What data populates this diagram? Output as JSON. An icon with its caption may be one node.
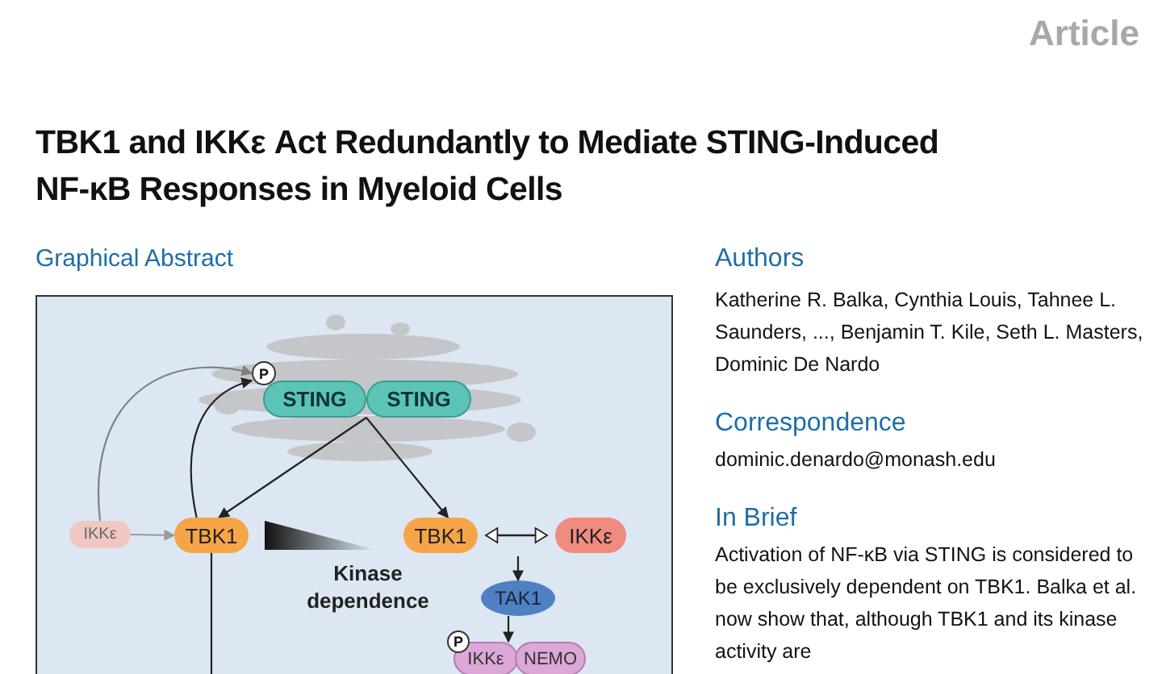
{
  "diagram": {
    "title": "TBK1 and IKKε Act Redundantly to Mediate STING-Induced NF-κB Responses in Myeloid Cells",
    "nodes": [
      {
        "text": [
          "P"
        ]
      },
      {
        "text": [
          "STING"
        ]
      },
      {
        "text": [
          "STING"
        ]
      },
      {
        "text": [
          "IKKε"
        ]
      },
      {
        "text": [
          "TBK1"
        ]
      },
      {
        "text": [
          "TBK1"
        ]
      },
      {
        "text": [
          "IKKε"
        ]
      },
      {
        "text": [
          "TAK1"
        ]
      },
      {
        "text": [
          "P"
        ]
      },
      {
        "text": [
          "IKKε"
        ]
      },
      {
        "text": [
          "NEMO"
        ]
      }
    ],
    "edges": [
      {
        "from": 3,
        "to": 0,
        "arrow": "to",
        "color": "#808080"
      },
      {
        "from": 4,
        "to": 0,
        "arrow": "to"
      },
      {
        "from": 1,
        "to": 4,
        "arrow": "to"
      },
      {
        "from": 2,
        "to": 5,
        "arrow": "to"
      },
      {
        "from": 3,
        "to": 4,
        "arrow": "to",
        "color": "#9a9a9a"
      },
      {
        "from": 5,
        "to": 6,
        "arrow": "both"
      },
      {
        "from": null,
        "to": 7,
        "arrow": "to"
      },
      {
        "from": 7,
        "to": 9,
        "arrow": "to"
      },
      {
        "from": 4,
        "to": null,
        "arrow": "to"
      }
    ],
    "labels": [
      "Article",
      "Graphical Abstract",
      "Kinase dependence",
      "Authors",
      "Katherine R. Balka, Cynthia Louis, Tahnee L. Saunders, ..., Benjamin T. Kile, Seth L. Masters, Dominic De Nardo",
      "Correspondence",
      "dominic.denardo@monash.edu",
      "In Brief",
      "Activation of NF-κB via STING is considered to be exclusively dependent on TBK1. Balka et al. now show that, although TBK1 and its kinase activity are"
    ]
  }
}
